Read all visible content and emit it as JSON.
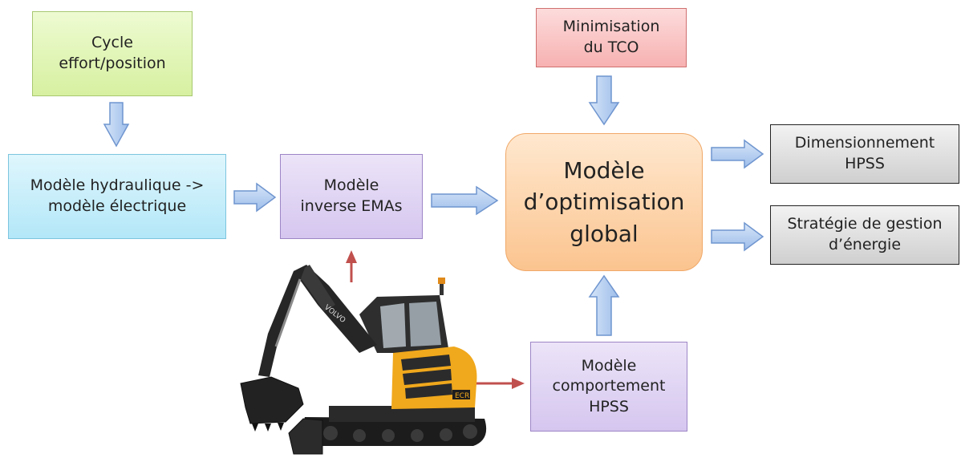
{
  "boxes": {
    "cycle": {
      "line1": "Cycle",
      "line2": "effort/position"
    },
    "hydraulic": {
      "line1": "Modèle hydraulique ->",
      "line2": "modèle électrique"
    },
    "inverse": {
      "line1": "Modèle",
      "line2": "inverse EMAs"
    },
    "tco": {
      "line1": "Minimisation",
      "line2": "du TCO"
    },
    "optim": {
      "line1": "Modèle",
      "line2": "d’optimisation",
      "line3": "global"
    },
    "sizing": {
      "line1": "Dimensionnement",
      "line2": "HPSS"
    },
    "strategy": {
      "line1": "Stratégie de gestion",
      "line2": "d’énergie"
    },
    "behavior": {
      "line1": "Modèle",
      "line2": "comportement",
      "line3": "HPSS"
    }
  },
  "excavator": {
    "badge": "VOLVO",
    "model": "ECR"
  },
  "colors": {
    "block_arrow": "#a9c6ef",
    "block_arrow_stroke": "#6f95cf",
    "red_arrow": "#c0504d"
  }
}
